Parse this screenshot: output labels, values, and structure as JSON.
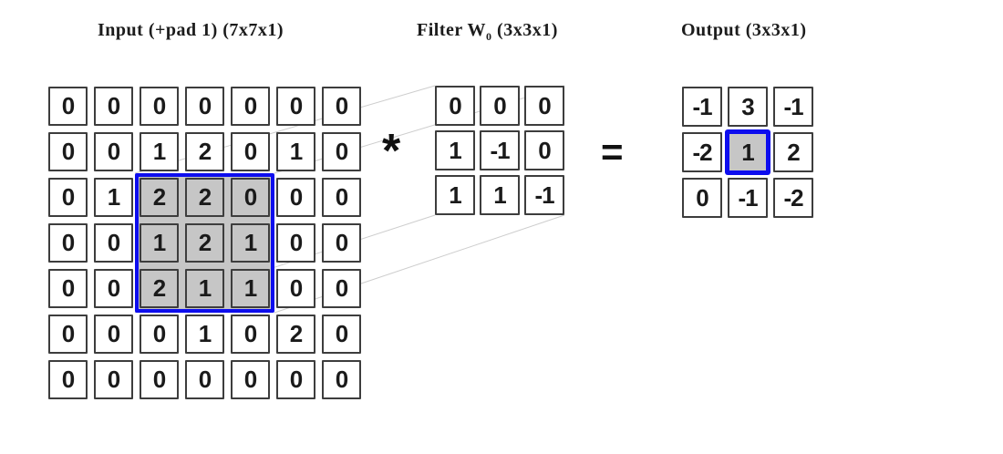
{
  "input": {
    "title": "Input (+pad 1) (7x7x1)",
    "grid": [
      [
        0,
        0,
        0,
        0,
        0,
        0,
        0
      ],
      [
        0,
        0,
        1,
        2,
        0,
        1,
        0
      ],
      [
        0,
        1,
        2,
        2,
        0,
        0,
        0
      ],
      [
        0,
        0,
        1,
        2,
        1,
        0,
        0
      ],
      [
        0,
        0,
        2,
        1,
        1,
        0,
        0
      ],
      [
        0,
        0,
        0,
        1,
        0,
        2,
        0
      ],
      [
        0,
        0,
        0,
        0,
        0,
        0,
        0
      ]
    ],
    "highlight_rows": [
      2,
      3,
      4
    ],
    "highlight_cols": [
      2,
      3,
      4
    ]
  },
  "filter": {
    "title_prefix": "Filter W",
    "title_sub": "0",
    "title_suffix": " (3x3x1)",
    "grid": [
      [
        0,
        0,
        0
      ],
      [
        1,
        -1,
        0
      ],
      [
        1,
        1,
        -1
      ]
    ]
  },
  "output": {
    "title": "Output (3x3x1)",
    "grid": [
      [
        -1,
        3,
        -1
      ],
      [
        -2,
        1,
        2
      ],
      [
        0,
        -1,
        -2
      ]
    ],
    "highlight_row": 1,
    "highlight_col": 1
  },
  "operators": {
    "convolve": "*",
    "equals": "="
  },
  "colors": {
    "highlight_border": "#0d0dee",
    "highlight_fill": "#c6c6c6",
    "cell_border": "#3d3d3d",
    "connector_line": "#cdcdcd"
  }
}
